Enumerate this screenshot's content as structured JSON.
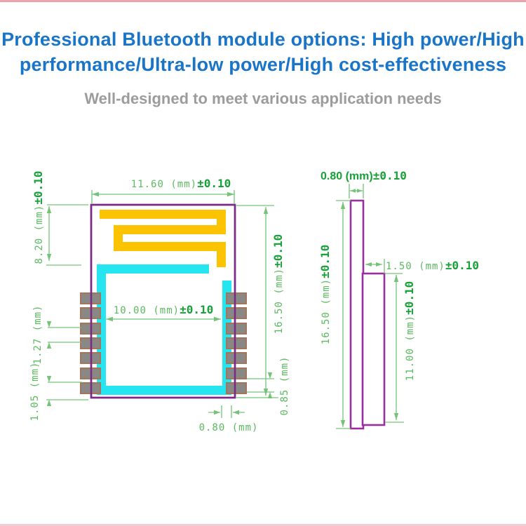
{
  "header": {
    "title_line1": "Professional Bluetooth module options: High power/High",
    "title_line2": "performance/Ultra-low power/High cost-effectiveness",
    "subtitle": "Well-designed to meet various application needs"
  },
  "front_view": {
    "width_dim": {
      "value": "11.60 (mm)",
      "tolerance": "±0.10"
    },
    "antenna_height_dim": {
      "value": "8.20 (mm)",
      "tolerance": "±0.10"
    },
    "height_dim": {
      "value": "16.50 (mm)",
      "tolerance": "±0.10"
    },
    "inner_width_dim": {
      "value": "10.00 (mm)",
      "tolerance": "±0.10"
    },
    "pad_pitch_dim": {
      "value": "1.27 (mm)"
    },
    "bottom_left_dim": {
      "value": "1.05 (mm)"
    },
    "bottom_right_dim": {
      "value": "0.85 (mm)"
    },
    "trace_width_dim": {
      "value": "0.80 (mm)"
    }
  },
  "side_view": {
    "thickness_dim": {
      "value": "0.80 (mm)",
      "tolerance": "±0.10"
    },
    "height_dim": {
      "value": "16.50 (mm)",
      "tolerance": "±0.10"
    },
    "shield_width_dim": {
      "value": "1.50 (mm)",
      "tolerance": "±0.10"
    },
    "shield_height_dim": {
      "value": "11.00 (mm)",
      "tolerance": "±0.10"
    }
  },
  "colors": {
    "title_blue": "#1a75c8",
    "subtitle_gray": "#9c9c9c",
    "green_light": "#74c377",
    "green_thin": "#5cb960",
    "green_bold": "#17a138",
    "outline_purple": "#7c2a87",
    "outline_purple_side": "#9a2f9f",
    "antenna_yellow": "#fcc300",
    "trace_cyan": "#25e6f0",
    "pad_gray": "#8a8884",
    "pad_border_brown": "#a3765c",
    "border_pink_top": "#eba3ab",
    "border_pink_bottom": "#f3ced3"
  }
}
